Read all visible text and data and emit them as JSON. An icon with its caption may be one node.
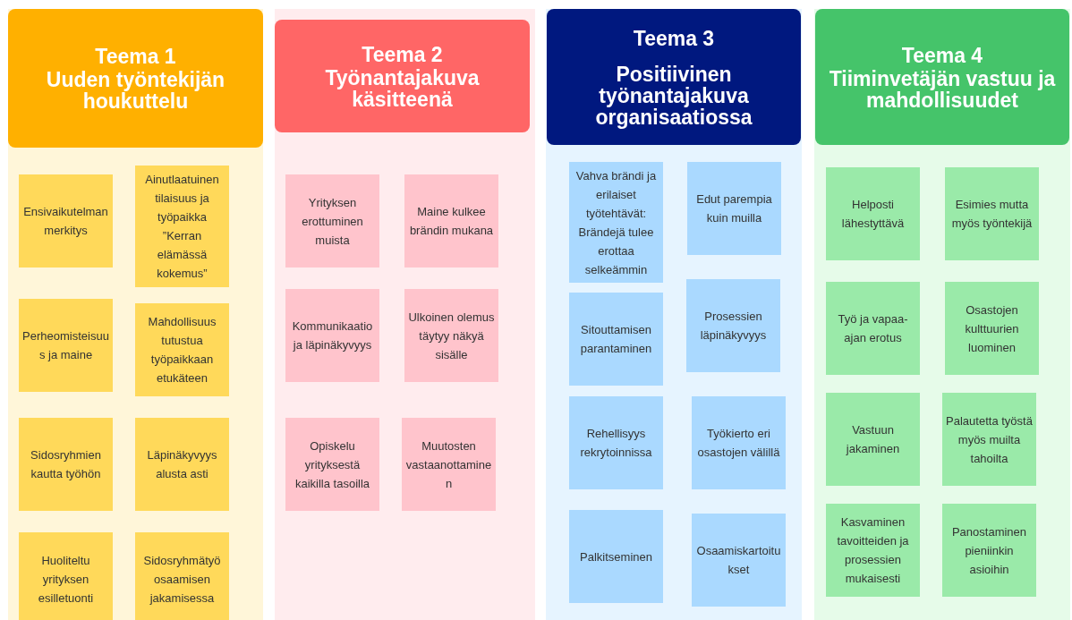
{
  "diagram": {
    "nodes": [
      {
        "text": [],
        "shape": "box"
      },
      {
        "text": [
          "Teema 1",
          "Uuden työntekijän houkuttelu"
        ],
        "in": 0
      },
      {
        "text": [
          "Ensivaikutelman merkitys"
        ],
        "in": 0
      },
      {
        "text": [
          "Ainutlaatuinen tilaisuus ja työpaikka ”Kerran elämässä kokemus”"
        ],
        "in": 0
      },
      {
        "text": [
          "Perheomisteisuus ja maine"
        ],
        "in": 0
      },
      {
        "text": [
          "Mahdollisuus tutustua työpaikkaan etukäteen"
        ],
        "in": 0
      },
      {
        "text": [
          "Sidosryhmien kautta työhön"
        ],
        "in": 0
      },
      {
        "text": [
          "Läpinäkyvyys alusta asti"
        ],
        "in": 0
      },
      {
        "text": [
          "Huoliteltu yrityksen esilletuonti"
        ],
        "in": 0
      },
      {
        "text": [
          "Sidosryhmätyö osaamisen jakamisessa"
        ],
        "in": 0
      },
      {
        "text": [],
        "shape": "box"
      },
      {
        "text": [
          "Teema 2",
          "Työnantajakuva käsitteenä"
        ],
        "in": 10
      },
      {
        "text": [
          "Yrityksen erottuminen muista"
        ],
        "in": 10
      },
      {
        "text": [
          "Maine kulkee brändin mukana"
        ],
        "in": 10
      },
      {
        "text": [
          "Kommunikaatio ja läpinäkyvyys"
        ],
        "in": 10
      },
      {
        "text": [
          "Ulkoinen olemus täytyy näkyä sisälle"
        ],
        "in": 10
      },
      {
        "text": [
          "Opiskelu yrityksestä kaikilla tasoilla"
        ],
        "in": 10
      },
      {
        "text": [
          "Muutosten vastaanottaminen"
        ],
        "in": 10
      },
      {
        "text": [],
        "shape": "box"
      },
      {
        "text": [
          "Teema 3",
          "Positiivinen työnantajakuva organisaatiossa"
        ],
        "in": 18
      },
      {
        "text": [
          "Vahva brändi ja erilaiset työtehtävät: Brändejä tulee erottaa selkeämmin"
        ],
        "in": 18
      },
      {
        "text": [
          "Edut parempia kuin muilla"
        ],
        "in": 18
      },
      {
        "text": [
          "Sitouttamisen parantaminen"
        ],
        "in": 18
      },
      {
        "text": [
          "Prosessien läpinäkyvyys"
        ],
        "in": 18
      },
      {
        "text": [
          "Rehellisyys rekrytoinnissa"
        ],
        "in": 18
      },
      {
        "text": [
          "Työkierto eri osastojen välillä"
        ],
        "in": 18
      },
      {
        "text": [
          "Palkitseminen"
        ],
        "in": 18
      },
      {
        "text": [
          "Osaamiskartoitukset"
        ],
        "in": 18
      },
      {
        "text": [],
        "shape": "box"
      },
      {
        "text": [
          "Teema 4",
          "Tiiminvetäjän vastuu ja mahdollisuudet"
        ],
        "in": 28
      },
      {
        "text": [
          "Helposti lähestyttävä"
        ],
        "in": 28
      },
      {
        "text": [
          "Esimies mutta myös työntekijä"
        ],
        "in": 28
      },
      {
        "text": [
          "Työ ja vapaa-ajan erotus"
        ],
        "in": 28
      },
      {
        "text": [
          "Osastojen kulttuurien luominen"
        ],
        "in": 28
      },
      {
        "text": [
          "Vastuun jakaminen"
        ],
        "in": 28
      },
      {
        "text": [
          "Palautetta työstä myös muilta tahoilta"
        ],
        "in": 28
      },
      {
        "text": [
          "Kasvaminen tavoitteiden ja prosessien mukaisesti"
        ],
        "in": 28
      },
      {
        "text": [
          "Panostaminen pieniinkin asioihin"
        ],
        "in": 28
      }
    ]
  }
}
